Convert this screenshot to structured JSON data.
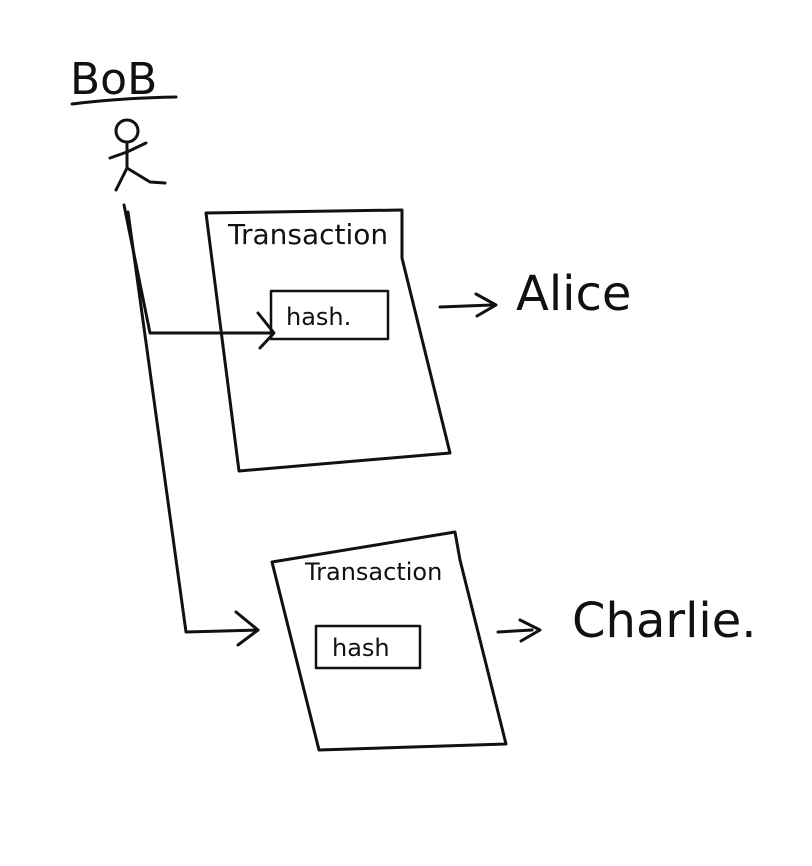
{
  "sender": {
    "name": "BoB"
  },
  "transactions": [
    {
      "title": "Transaction",
      "hash_label": "hash.",
      "recipient": "Alice"
    },
    {
      "title": "Transaction",
      "hash_label": "hash",
      "recipient": "Charlie."
    }
  ]
}
